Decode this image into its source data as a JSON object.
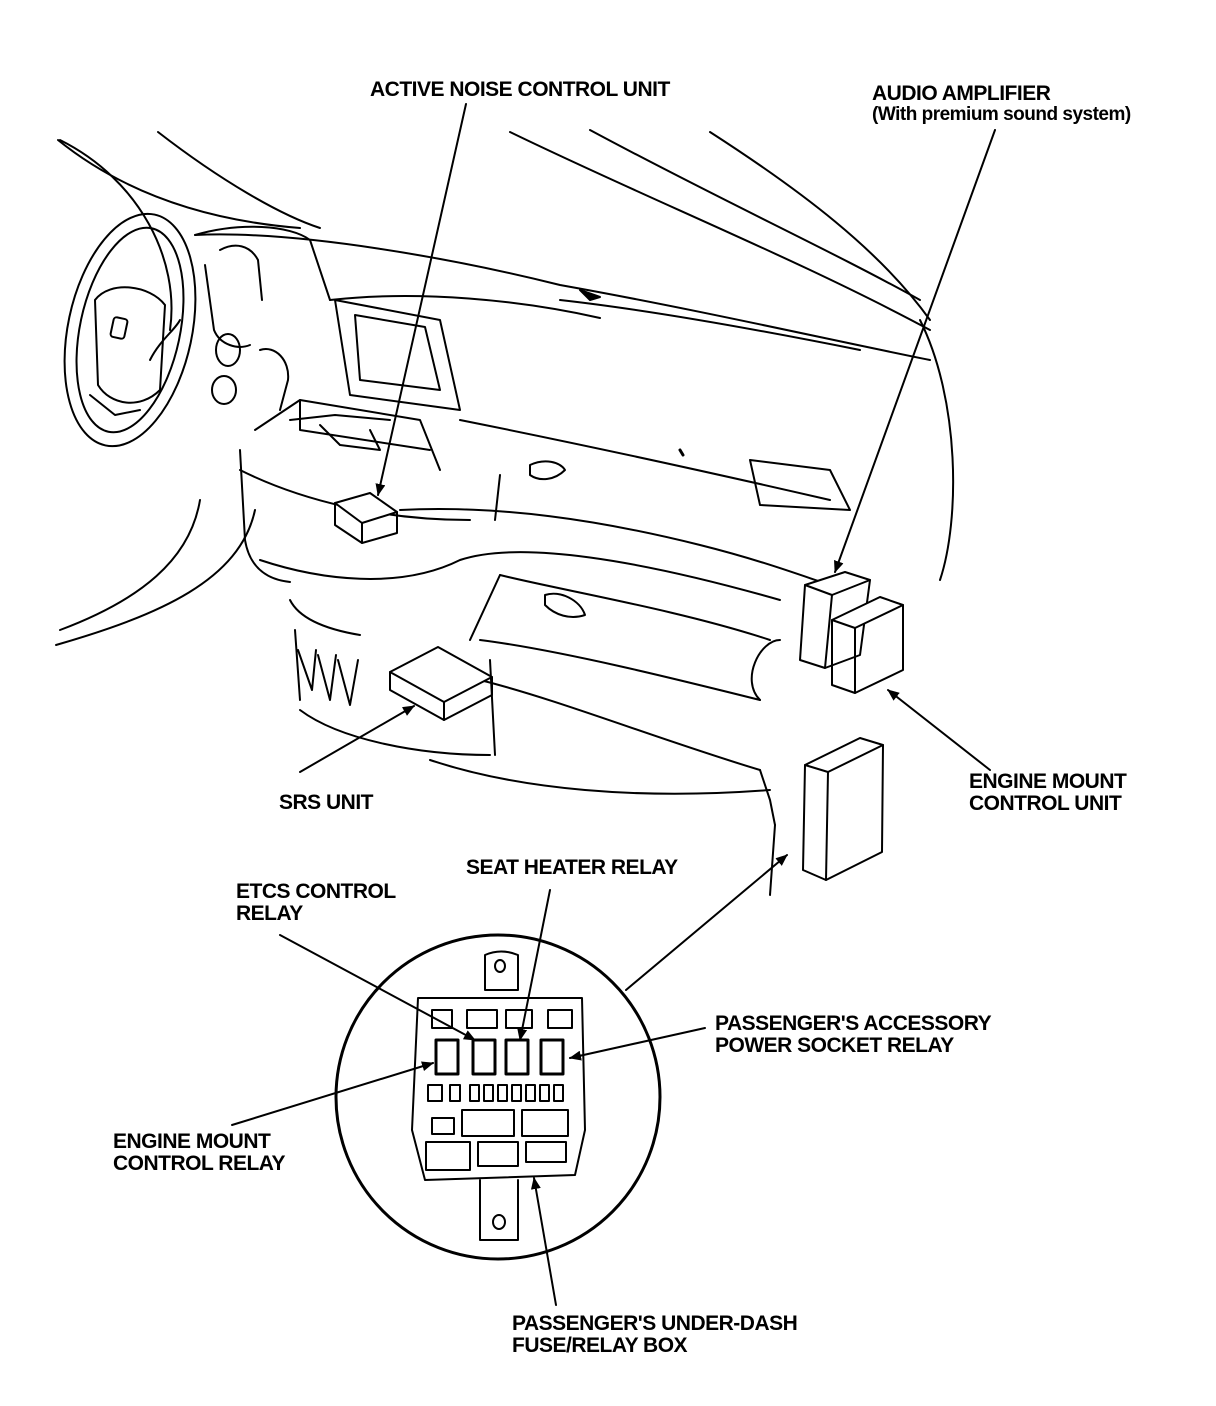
{
  "labels": {
    "anc_unit": "ACTIVE NOISE CONTROL UNIT",
    "audio_amp_line1": "AUDIO AMPLIFIER",
    "audio_amp_line2": "(With premium sound system)",
    "srs_unit": "SRS UNIT",
    "engine_mount_unit_line1": "ENGINE MOUNT",
    "engine_mount_unit_line2": "CONTROL UNIT",
    "seat_heater_relay": "SEAT HEATER RELAY",
    "etcs_relay_line1": "ETCS CONTROL",
    "etcs_relay_line2": "RELAY",
    "passenger_acc_line1": "PASSENGER'S ACCESSORY",
    "passenger_acc_line2": "POWER SOCKET RELAY",
    "engine_mount_relay_line1": "ENGINE MOUNT",
    "engine_mount_relay_line2": "CONTROL RELAY",
    "fuse_box_line1": "PASSENGER'S UNDER-DASH",
    "fuse_box_line2": "FUSE/RELAY BOX"
  },
  "colors": {
    "ink": "#000000",
    "paper": "#ffffff"
  }
}
